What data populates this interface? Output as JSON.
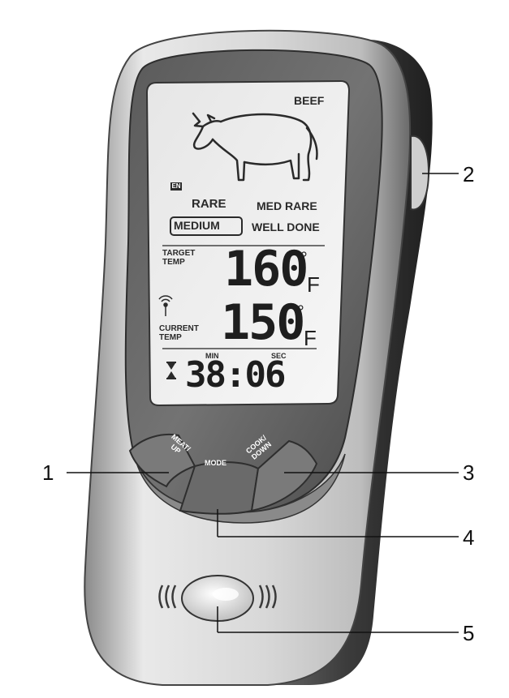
{
  "lcd": {
    "meat_type": "BEEF",
    "language_badge": "EN",
    "doneness_options": [
      "RARE",
      "MED RARE",
      "MEDIUM",
      "WELL DONE"
    ],
    "selected_doneness": "MEDIUM",
    "target_label_line1": "TARGET",
    "target_label_line2": "TEMP",
    "target_temp": "160",
    "current_label_line1": "CURRENT",
    "current_label_line2": "TEMP",
    "current_temp": "150",
    "unit_degree": "°",
    "unit_letter": "F",
    "timer_min_label": "MIN",
    "timer_sec_label": "SEC",
    "timer_value": "38:06"
  },
  "buttons": {
    "meat_up_line1": "MEAT/",
    "meat_up_line2": "UP",
    "mode": "MODE",
    "cook_down_line1": "COOK/",
    "cook_down_line2": "DOWN"
  },
  "callouts": [
    "1",
    "2",
    "3",
    "4",
    "5"
  ],
  "icons": [
    "cow-icon",
    "hourglass-icon",
    "antenna-signal-icon",
    "speaker-sound-icon"
  ]
}
